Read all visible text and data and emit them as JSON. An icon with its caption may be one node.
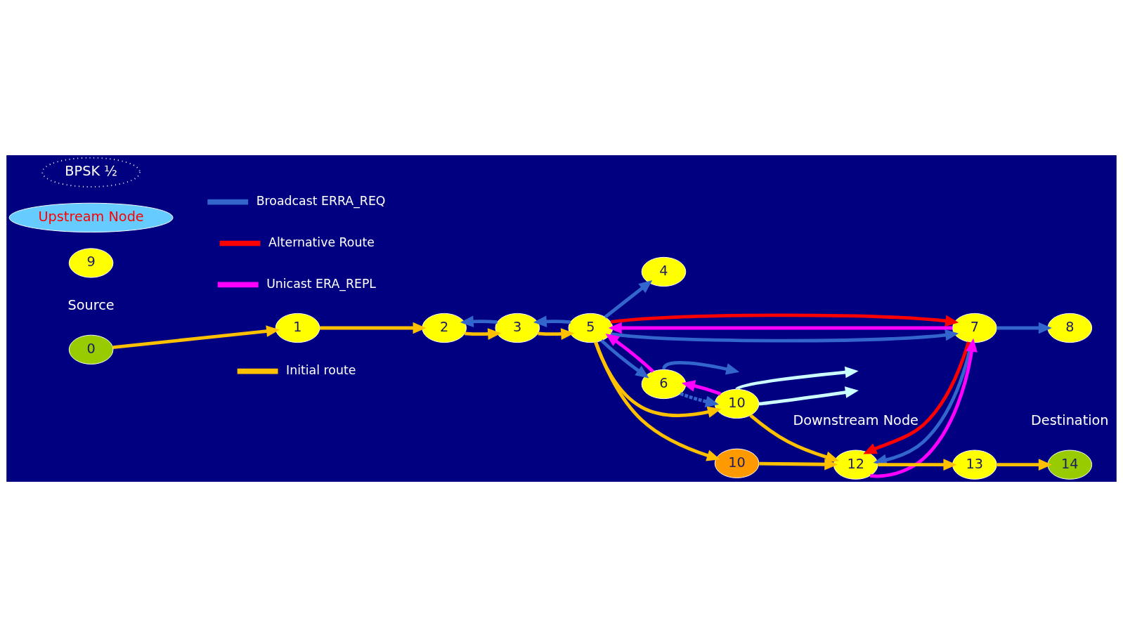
{
  "diagram": {
    "nodes": [
      {
        "text": [
          "0"
        ],
        "beside": [
          "Source"
        ]
      },
      {
        "text": [
          "1"
        ]
      },
      {
        "text": [
          "2"
        ]
      },
      {
        "text": [
          "3"
        ]
      },
      {
        "text": [
          "4"
        ]
      },
      {
        "text": [
          "5"
        ]
      },
      {
        "text": [
          "6"
        ]
      },
      {
        "text": [
          "7"
        ]
      },
      {
        "text": [
          "8"
        ]
      },
      {
        "text": [
          "9"
        ]
      },
      {
        "text": [
          "10"
        ]
      },
      {
        "text": [
          "10"
        ]
      },
      {
        "text": [
          "12"
        ],
        "beside": [
          "Downstream Node"
        ]
      },
      {
        "text": [
          "13"
        ]
      },
      {
        "text": [
          "14"
        ],
        "beside": [
          "Destination"
        ]
      },
      {
        "text": [
          "Upstream Node"
        ]
      },
      {
        "text": [
          "BPSK ½"
        ]
      }
    ],
    "edges": [
      {
        "from": 0,
        "to": 1,
        "arrow": "to",
        "color": "#ffc000"
      },
      {
        "from": 1,
        "to": 2,
        "arrow": "to",
        "color": "#ffc000"
      },
      {
        "from": 2,
        "to": 3,
        "arrow": "to",
        "color": "#ffc000"
      },
      {
        "from": 3,
        "to": 5,
        "arrow": "to",
        "color": "#ffc000"
      },
      {
        "from": 5,
        "to": 10,
        "arrow": "to",
        "color": "#ffc000"
      },
      {
        "from": 5,
        "to": 11,
        "arrow": "to",
        "color": "#ffc000"
      },
      {
        "from": 10,
        "to": 12,
        "arrow": "to",
        "color": "#ffc000"
      },
      {
        "from": 11,
        "to": 12,
        "arrow": "to",
        "color": "#ffc000"
      },
      {
        "from": 12,
        "to": 13,
        "arrow": "to",
        "color": "#ffc000"
      },
      {
        "from": 13,
        "to": 14,
        "arrow": "to",
        "color": "#ffc000"
      },
      {
        "from": 3,
        "to": 2,
        "arrow": "to",
        "color": "#3366cc"
      },
      {
        "from": 5,
        "to": 3,
        "arrow": "to",
        "color": "#3366cc"
      },
      {
        "from": 5,
        "to": 6,
        "arrow": "to",
        "color": "#3366cc"
      },
      {
        "from": 5,
        "to": 4,
        "arrow": "to",
        "color": "#3366cc"
      },
      {
        "from": 5,
        "to": 7,
        "arrow": "to",
        "color": "#3366cc"
      },
      {
        "from": 7,
        "to": 8,
        "arrow": "to",
        "color": "#3366cc"
      },
      {
        "from": 7,
        "to": 12,
        "arrow": "to",
        "color": "#3366cc"
      },
      {
        "from": 6,
        "to": 10,
        "arrow": "to",
        "color": "#3366cc",
        "style": "dashed"
      },
      {
        "from": 6,
        "to": null,
        "arrow": "to",
        "color": "#3366cc"
      },
      {
        "from": 10,
        "to": null,
        "arrow": "to",
        "color": "#ccffff"
      },
      {
        "from": 10,
        "to": null,
        "arrow": "to",
        "color": "#ccffff"
      },
      {
        "from": 10,
        "to": 6,
        "arrow": "to",
        "color": "#ff00ff"
      },
      {
        "from": 6,
        "to": 5,
        "arrow": "to",
        "color": "#ff00ff"
      },
      {
        "from": 7,
        "to": 5,
        "arrow": "to",
        "color": "#ff00ff"
      },
      {
        "from": 12,
        "to": 7,
        "arrow": "to",
        "color": "#ff00ff"
      },
      {
        "from": 5,
        "to": 7,
        "arrow": "to",
        "color": "#ff0000"
      },
      {
        "from": 7,
        "to": 12,
        "arrow": "to",
        "color": "#ff0000"
      }
    ],
    "legend": [
      {
        "text": "Initial route",
        "color": "#ffc000"
      },
      {
        "text": "Broadcast ERRA_REQ",
        "color": "#3366cc"
      },
      {
        "text": "Alternative Route",
        "color": "#ff0000"
      },
      {
        "text": "Unicast ERA_REPL",
        "color": "#ff00ff"
      }
    ]
  }
}
